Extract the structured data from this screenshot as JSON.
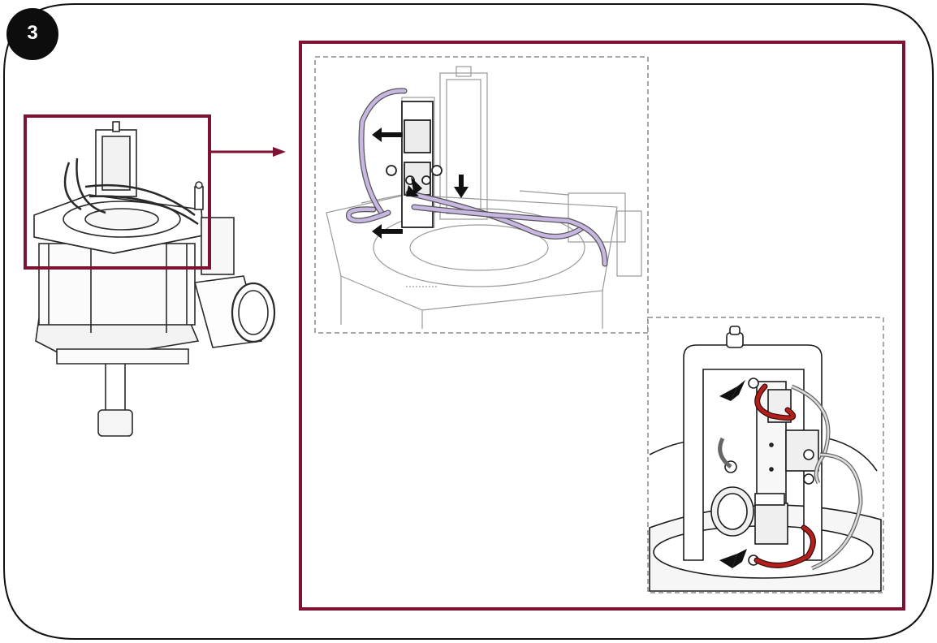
{
  "step": {
    "number": "3"
  },
  "colors": {
    "accent": "#7d1232",
    "hose_highlight_purple": "#c9b7e3",
    "hose_highlight_red": "#b3201c",
    "line_art": "#2a2a2a",
    "frame": "#111111",
    "dashed": "#8a8a8a"
  },
  "figure": {
    "overview": "pump-assembly-overview",
    "detail_top": "tubing-detail-top-view",
    "detail_bottom": "tubing-detail-side-view",
    "callout": "zoom-callout-arrow"
  }
}
